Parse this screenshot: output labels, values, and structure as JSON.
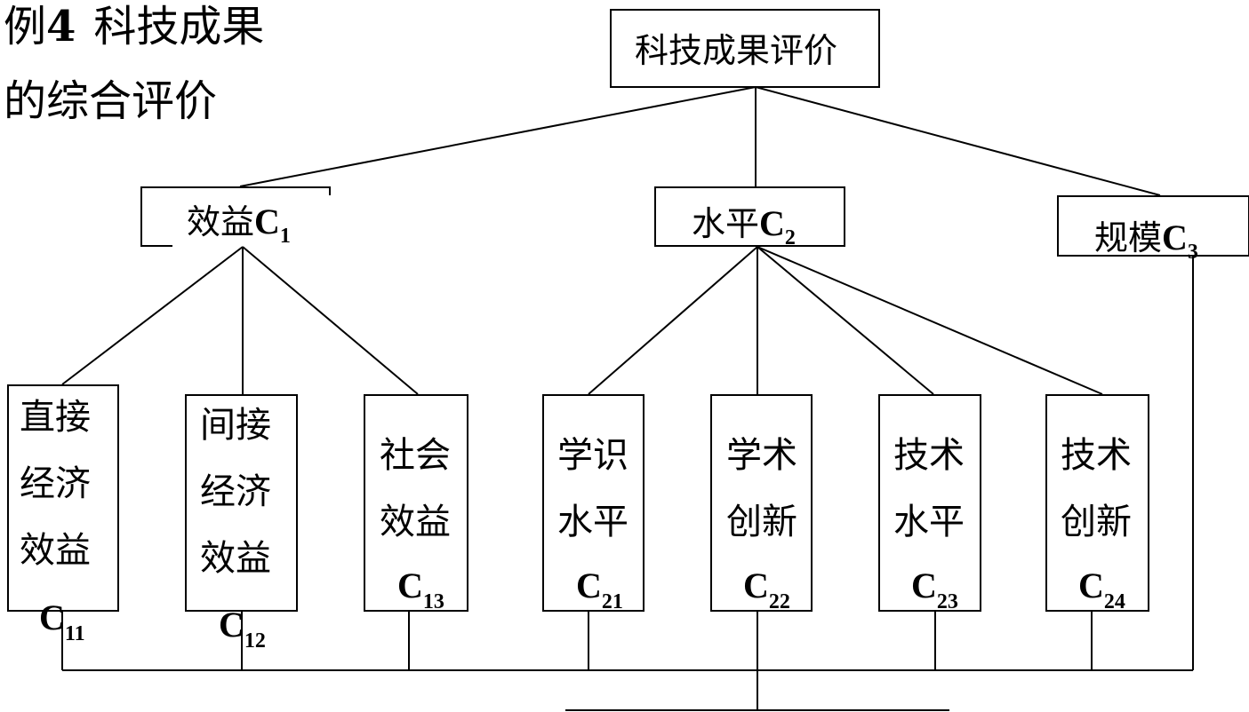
{
  "title": {
    "line1_prefix": "例",
    "line1_number": "4",
    "line1_rest": "科技成果",
    "line2": "的综合评价"
  },
  "root": {
    "label": "科技成果评价"
  },
  "level1": [
    {
      "name": "效益",
      "code": "C",
      "sub": "1"
    },
    {
      "name": "水平",
      "code": "C",
      "sub": "2"
    },
    {
      "name": "规模",
      "code": "C",
      "sub": "3"
    }
  ],
  "level2": [
    {
      "line1": "直接",
      "line2": "经济",
      "line3": "效益",
      "code": "C",
      "sub": "11"
    },
    {
      "line1": "间接",
      "line2": "经济",
      "line3": "效益",
      "code": "C",
      "sub": "12"
    },
    {
      "line1": "社会",
      "line2": "效益",
      "code": "C",
      "sub": "13"
    },
    {
      "line1": "学识",
      "line2": "水平",
      "code": "C",
      "sub": "21"
    },
    {
      "line1": "学术",
      "line2": "创新",
      "code": "C",
      "sub": "22"
    },
    {
      "line1": "技术",
      "line2": "水平",
      "code": "C",
      "sub": "23"
    },
    {
      "line1": "技术",
      "line2": "创新",
      "code": "C",
      "sub": "24"
    }
  ]
}
